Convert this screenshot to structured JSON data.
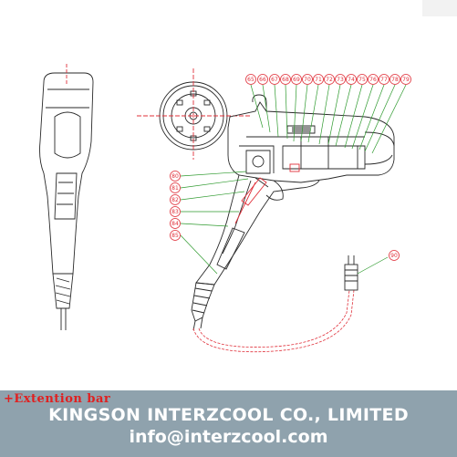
{
  "callouts_top": [
    "65",
    "66",
    "67",
    "68",
    "69",
    "70",
    "71",
    "72",
    "73",
    "74",
    "75",
    "76",
    "77",
    "78",
    "79"
  ],
  "callouts_left": [
    "80",
    "81",
    "82",
    "83",
    "84",
    "85"
  ],
  "callout_cable": "90",
  "banner": {
    "extension_label": "+Extention bar",
    "company": "KINGSON INTERZCOOL CO., LIMITED",
    "email": "info@interzcool.com"
  },
  "colors": {
    "callout": "#e0303a",
    "leader": "#2e9a2e",
    "line": "#2a2a2a",
    "banner": "#8fa2ad"
  }
}
